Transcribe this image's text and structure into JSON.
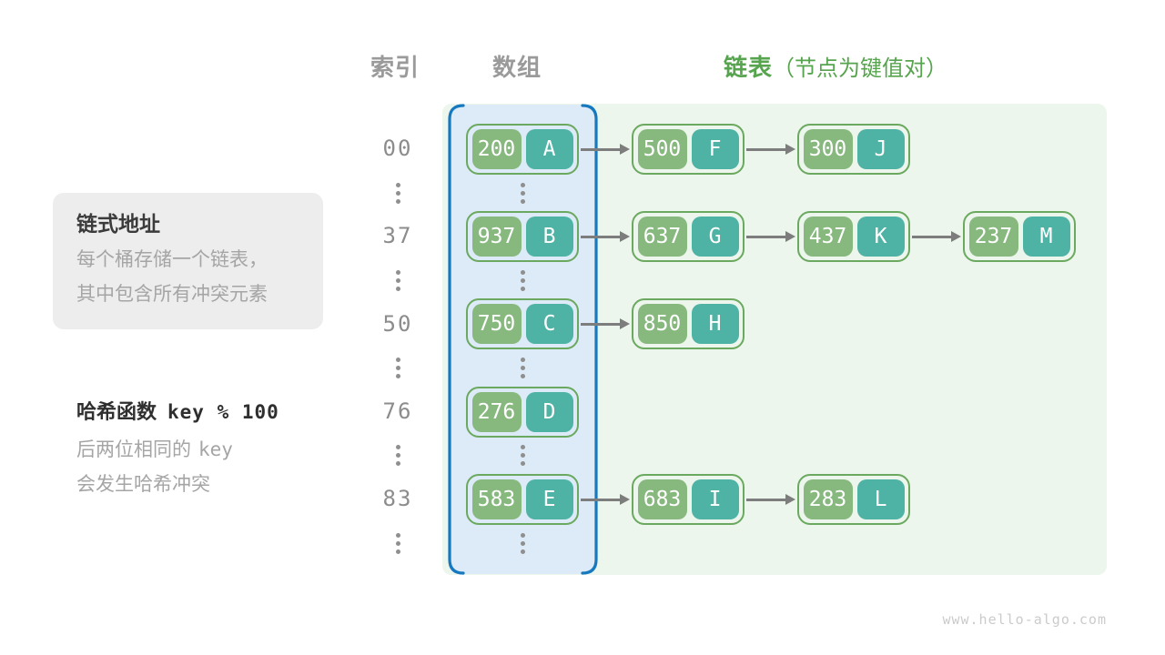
{
  "header": {
    "index_label": "索引",
    "array_label": "数组",
    "list_label": "链表",
    "list_note": "（节点为键值对）"
  },
  "info_box": {
    "title": "链式地址",
    "line1": "每个桶存储一个链表，",
    "line2": "其中包含所有冲突元素"
  },
  "hash_note": {
    "title_prefix": "哈希函数",
    "formula": "key % 100",
    "line1_prefix": "后两位相同的",
    "line1_code": "key",
    "line2": "会发生哈希冲突"
  },
  "watermark": "www.hello-algo.com",
  "colors": {
    "key_pill": "#87b97e",
    "value_pill": "#4eb3a5",
    "node_border": "#6aa95f",
    "array_column_bg": "#dcebf7",
    "array_bracket": "#1679c0",
    "list_panel_bg": "#edf6ec",
    "arrow": "#7d7d7d",
    "header_gray": "#9a9a9a",
    "header_green": "#57a44e"
  },
  "rows": [
    {
      "index": "00",
      "nodes": [
        {
          "key": "200",
          "value": "A"
        },
        {
          "key": "500",
          "value": "F"
        },
        {
          "key": "300",
          "value": "J"
        }
      ]
    },
    {
      "index": "37",
      "nodes": [
        {
          "key": "937",
          "value": "B"
        },
        {
          "key": "637",
          "value": "G"
        },
        {
          "key": "437",
          "value": "K"
        },
        {
          "key": "237",
          "value": "M"
        }
      ]
    },
    {
      "index": "50",
      "nodes": [
        {
          "key": "750",
          "value": "C"
        },
        {
          "key": "850",
          "value": "H"
        }
      ]
    },
    {
      "index": "76",
      "nodes": [
        {
          "key": "276",
          "value": "D"
        }
      ]
    },
    {
      "index": "83",
      "nodes": [
        {
          "key": "583",
          "value": "E"
        },
        {
          "key": "683",
          "value": "I"
        },
        {
          "key": "283",
          "value": "L"
        }
      ]
    }
  ]
}
